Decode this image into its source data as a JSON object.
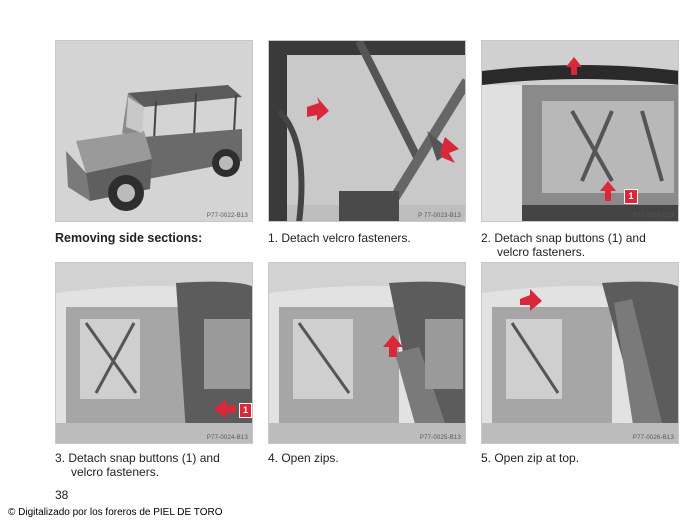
{
  "panels": [
    {
      "code": "P77-0022-B13"
    },
    {
      "code": "P 77-0023-B13"
    },
    {
      "code": "P77-0063-B13"
    },
    {
      "code": "P77-0024-B13"
    },
    {
      "code": "P77-0025-B13"
    },
    {
      "code": "P77-0026-B13"
    }
  ],
  "captions": {
    "heading": "Removing side sections:",
    "step1": "1. Detach velcro fasteners.",
    "step2_line1": "2. Detach snap buttons (1) and",
    "step2_line2": "velcro fasteners.",
    "step3_line1": "3. Detach snap buttons (1) and",
    "step3_line2": "velcro fasteners.",
    "step4": "4. Open zips.",
    "step5": "5. Open zip at top."
  },
  "callouts": {
    "p3_badge": "1",
    "p4_badge": "1"
  },
  "page_number": "38",
  "credit": "© Digitalizado por los foreros de PIEL DE TORO",
  "colors": {
    "arrow": "#d8283a",
    "badge": "#d8283a"
  }
}
